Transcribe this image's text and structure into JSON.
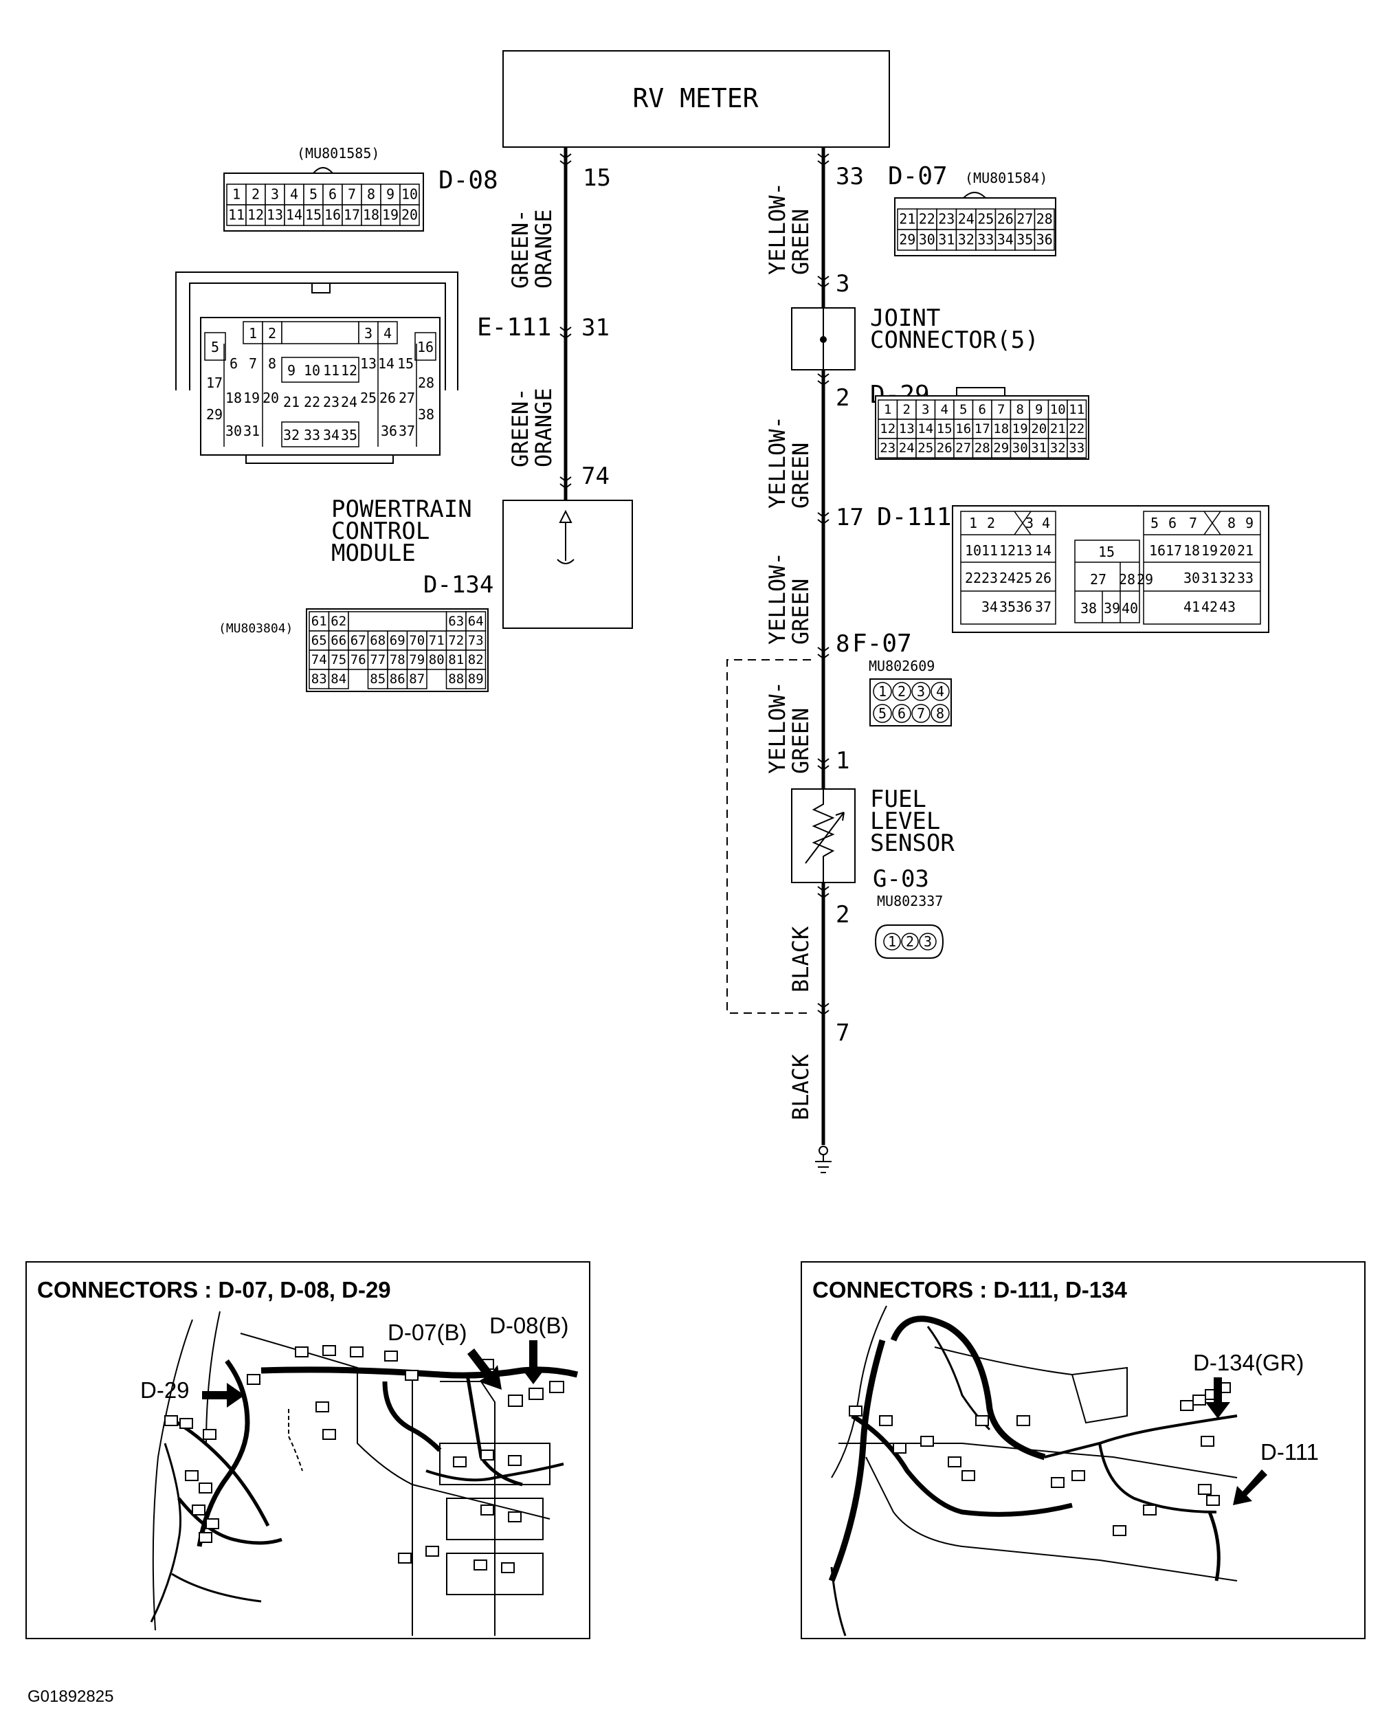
{
  "meter": {
    "label": "RV METER"
  },
  "left_circuit": {
    "top_pin": "15",
    "mid_pin": "31",
    "bottom_pin": "74",
    "wire_color_top": [
      "GREEN-",
      "ORANGE"
    ],
    "wire_color_bottom": [
      "GREEN-",
      "ORANGE"
    ],
    "d08": {
      "label": "D-08",
      "part": "(MU801585)",
      "row1": [
        "1",
        "2",
        "3",
        "4",
        "5",
        "6",
        "7",
        "8",
        "9",
        "10"
      ],
      "row2": [
        "11",
        "12",
        "13",
        "14",
        "15",
        "16",
        "17",
        "18",
        "19",
        "20"
      ]
    },
    "e111": {
      "label": "E-111"
    },
    "pcm": {
      "lines": [
        "POWERTRAIN",
        "CONTROL",
        "MODULE"
      ],
      "label": "D-134"
    },
    "d134": {
      "part": "(MU803804)"
    }
  },
  "right_circuit": {
    "pin_33": "33",
    "pin_3": "3",
    "pin_2": "2",
    "pin_17": "17",
    "pin_8": "8",
    "pin_1": "1",
    "pin_2b": "2",
    "pin_7": "7",
    "yellow_green": [
      "YELLOW-",
      "GREEN"
    ],
    "black": "BLACK",
    "d07": {
      "label": "D-07",
      "part": "(MU801584)",
      "row1": [
        "21",
        "22",
        "23",
        "24",
        "25",
        "26",
        "27",
        "28"
      ],
      "row2": [
        "29",
        "30",
        "31",
        "32",
        "33",
        "34",
        "35",
        "36"
      ]
    },
    "joint": {
      "lines": [
        "JOINT",
        "CONNECTOR(5)"
      ]
    },
    "d29": {
      "label": "D-29",
      "row1": [
        "1",
        "2",
        "3",
        "4",
        "5",
        "6",
        "7",
        "8",
        "9",
        "10",
        "11"
      ],
      "row2": [
        "12",
        "13",
        "14",
        "15",
        "16",
        "17",
        "18",
        "19",
        "20",
        "21",
        "22"
      ],
      "row3": [
        "23",
        "24",
        "25",
        "26",
        "27",
        "28",
        "29",
        "30",
        "31",
        "32",
        "33"
      ]
    },
    "d111": {
      "label": "D-111"
    },
    "f07": {
      "label": "F-07",
      "part": "MU802609",
      "row1": [
        "1",
        "2",
        "3",
        "4"
      ],
      "row2": [
        "5",
        "6",
        "7",
        "8"
      ]
    },
    "sensor": {
      "lines": [
        "FUEL",
        "LEVEL",
        "SENSOR"
      ],
      "label": "G-03",
      "part": "MU802337",
      "pins": [
        "1",
        "2",
        "3"
      ]
    }
  },
  "panel_left": {
    "title": "CONNECTORS : D-07, D-08, D-29",
    "callouts": [
      "D-29",
      "D-07(B)",
      "D-08(B)"
    ]
  },
  "panel_right": {
    "title": "CONNECTORS : D-111, D-134",
    "callouts": [
      "D-134(GR)",
      "D-111"
    ]
  },
  "figure_id": "G01892825"
}
